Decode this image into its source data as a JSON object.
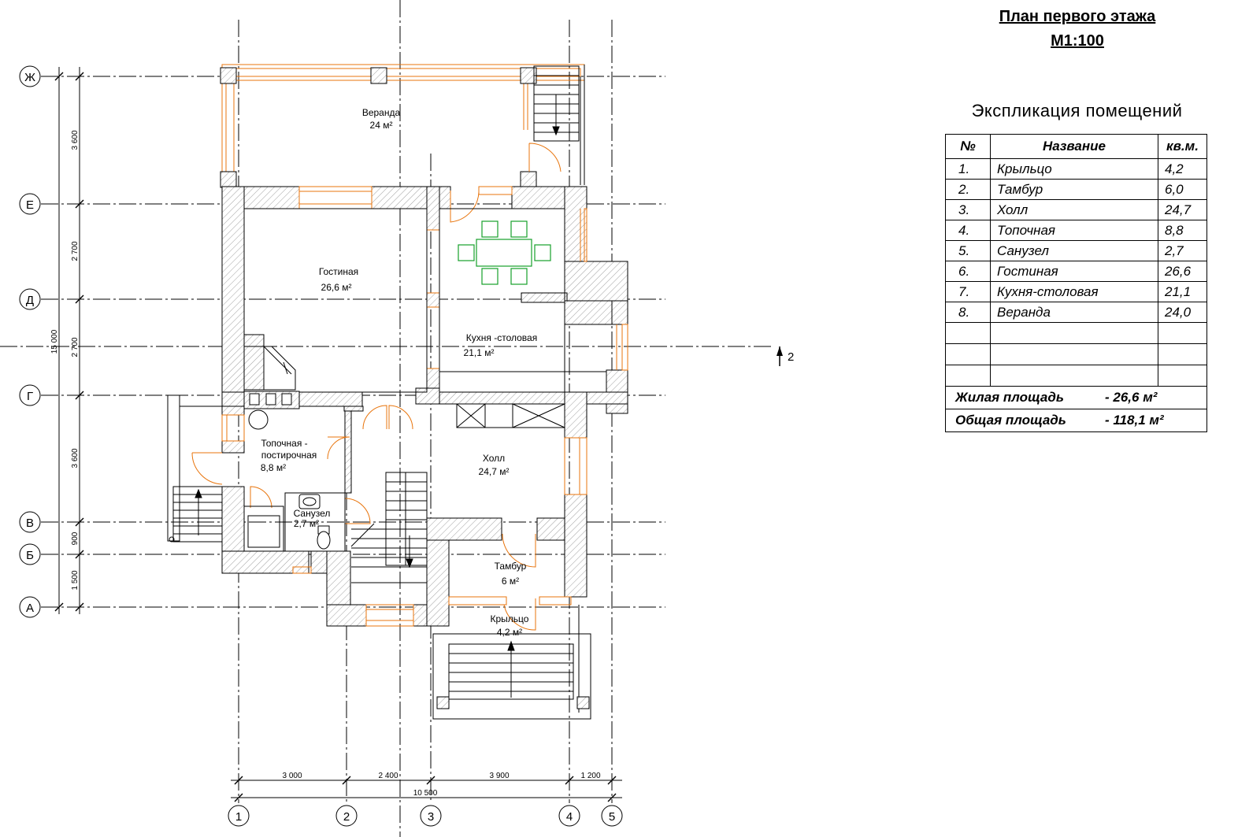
{
  "title": {
    "line1": "План первого этажа",
    "line2": "М1:100"
  },
  "explication": {
    "title": "Экспликация помещений",
    "headers": [
      "№",
      "Название",
      "кв.м."
    ],
    "rows": [
      {
        "n": "1.",
        "name": "Крыльцо",
        "area": "4,2"
      },
      {
        "n": "2.",
        "name": "Тамбур",
        "area": "6,0"
      },
      {
        "n": "3.",
        "name": "Холл",
        "area": "24,7"
      },
      {
        "n": "4.",
        "name": "Топочная",
        "area": "8,8"
      },
      {
        "n": "5.",
        "name": "Санузел",
        "area": "2,7"
      },
      {
        "n": "6.",
        "name": "Гостиная",
        "area": "26,6"
      },
      {
        "n": "7.",
        "name": "Кухня-столовая",
        "area": "21,1"
      },
      {
        "n": "8.",
        "name": "Веранда",
        "area": "24,0"
      }
    ],
    "living_label": "Жилая площадь",
    "living_value": "- 26,6 м²",
    "total_label": "Общая площадь",
    "total_value": "- 118,1 м²"
  },
  "rooms": {
    "veranda": {
      "name": "Веранда",
      "area": "24 м²"
    },
    "living": {
      "name": "Гостиная",
      "area": "26,6 м²"
    },
    "kitchen": {
      "name": "Кухня -столовая",
      "area": "21,1 м²"
    },
    "boiler": {
      "name1": "Топочная -",
      "name2": "постирочная",
      "area": "8,8 м²"
    },
    "bath": {
      "name": "Санузел",
      "area": "2,7 м²"
    },
    "hall": {
      "name": "Холл",
      "area": "24,7 м²"
    },
    "vestibule": {
      "name": "Тамбур",
      "area": "6 м²"
    },
    "porch": {
      "name": "Крыльцо",
      "area": "4,2 м²"
    }
  },
  "axes_rows": [
    "Ж",
    "Е",
    "Д",
    "Г",
    "В",
    "Б",
    "А"
  ],
  "axes_cols": [
    "1",
    "2",
    "3",
    "4",
    "5"
  ],
  "dims_vertical": [
    "3 600",
    "2 700",
    "2 700",
    "3 600",
    "900",
    "1 500"
  ],
  "dim_total_vertical": "15 000",
  "dims_horizontal": [
    "3 000",
    "2 400",
    "3 900",
    "1 200"
  ],
  "dim_total_horizontal": "10 500",
  "section_mark": "2",
  "colors": {
    "window": "#e8740c",
    "furniture": "#16a02a",
    "lines": "#000000",
    "hatch": "#8c8c8c"
  }
}
